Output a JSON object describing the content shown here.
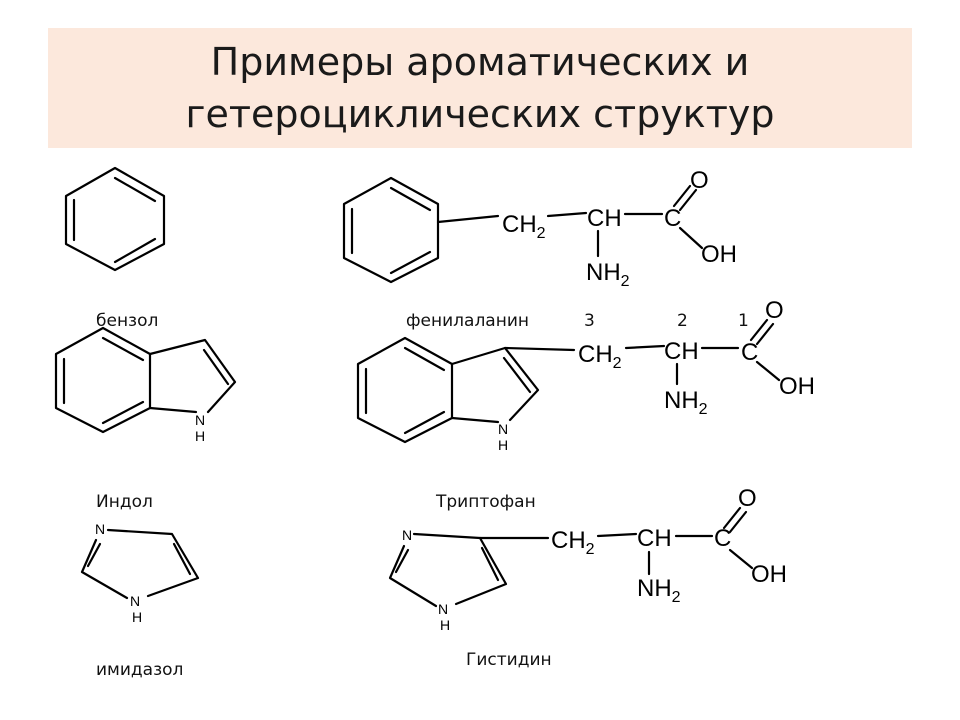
{
  "slide": {
    "title_line1": "Примеры ароматических и",
    "title_line2": "гетероциклических структур"
  },
  "captions": {
    "benzene": "бензол",
    "phenylalanine": "фенилаланин",
    "indole": "Индол",
    "tryptophan": "Триптофан",
    "imidazole": "имидазол",
    "histidine": "Гистидин"
  },
  "numbering": {
    "n3": "3",
    "n2": "2",
    "n1": "1"
  },
  "atoms": {
    "ch": "CH",
    "c": "C",
    "o": "O",
    "oh": "OH",
    "n": "N",
    "h": "H",
    "ch_prefix": "CH",
    "nh_prefix": "NH",
    "subscript_2": "2"
  }
}
